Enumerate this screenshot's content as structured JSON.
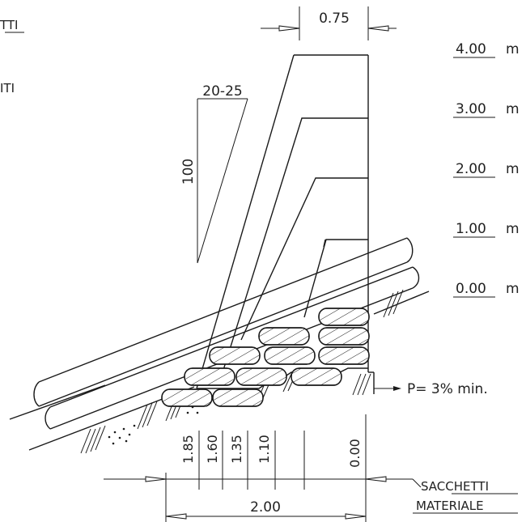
{
  "left_labels": {
    "top_partial": "TTI",
    "mid_partial": "ITI"
  },
  "dimensions": {
    "top_width": "0.75",
    "base_width": "2.00",
    "batter_run": "20-25",
    "batter_rise": "100"
  },
  "levels": [
    "4.00",
    "3.00",
    "2.00",
    "1.00",
    "0.00"
  ],
  "level_unit": "m",
  "slope_note": "P=  3% min.",
  "offsets": [
    "1.85",
    "1.60",
    "1.35",
    "1.10",
    "0.00"
  ],
  "legend": {
    "line1_prefix": "SACC",
    "line1_underlined": "HETTI",
    "line2": "MATERIALE"
  }
}
